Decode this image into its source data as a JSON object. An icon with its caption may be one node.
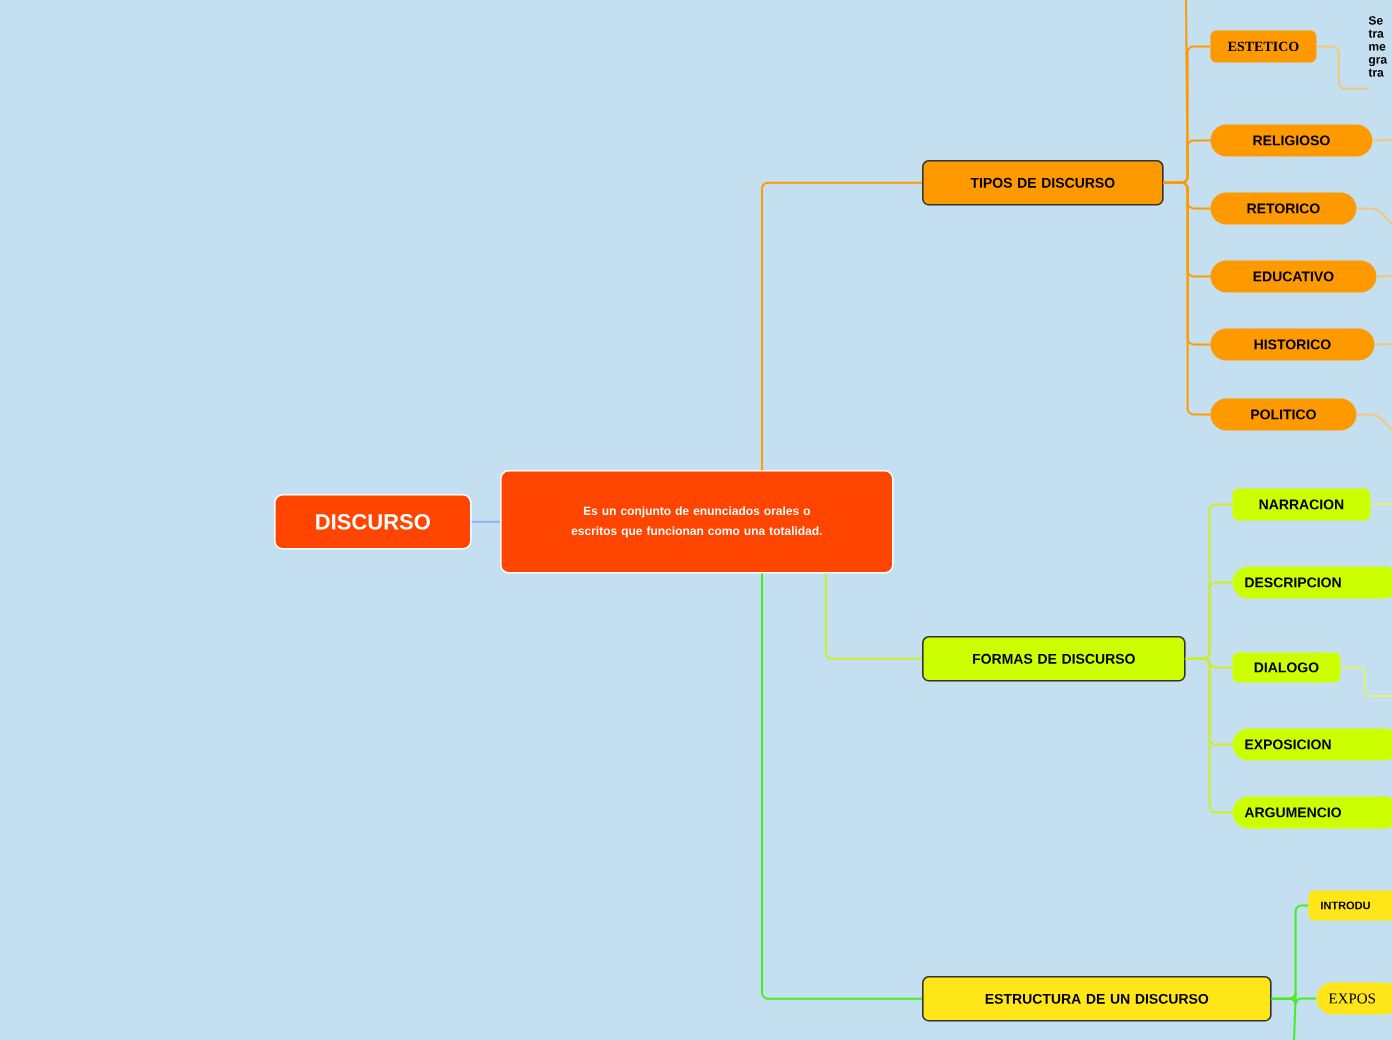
{
  "diagram": {
    "nodes": [
      {
        "text": [
          "DISCURSO"
        ]
      },
      {
        "text": [
          "Es un conjunto de enunciados orales o escritos que funcionan como una totalidad."
        ]
      },
      {
        "text": [
          "TIPOS DE DISCURSO"
        ]
      },
      {
        "text": [
          "ESTETICO"
        ]
      },
      {
        "text": [
          "Se tra me gra tra"
        ]
      },
      {
        "text": [
          "RELIGIOSO"
        ]
      },
      {
        "text": [
          "RETORICO"
        ]
      },
      {
        "text": [
          "EDUCATIVO"
        ]
      },
      {
        "text": [
          "HISTORICO"
        ]
      },
      {
        "text": [
          "POLITICO"
        ]
      },
      {
        "text": [
          "FORMAS DE DISCURSO"
        ]
      },
      {
        "text": [
          "NARRACION"
        ]
      },
      {
        "text": [
          "DESCRIPCION"
        ]
      },
      {
        "text": [
          "DIALOGO"
        ]
      },
      {
        "text": [
          "EXPOSICION"
        ]
      },
      {
        "text": [
          "ARGUMENCIO"
        ]
      },
      {
        "text": [
          "ESTRUCTURA DE UN DISCURSO"
        ]
      },
      {
        "text": [
          "INTRODU"
        ]
      },
      {
        "text": [
          "EXPOS"
        ]
      }
    ],
    "edges": [
      {
        "from": 0,
        "to": 1,
        "arrow": "none",
        "color": "#8ab4f8"
      },
      {
        "from": 1,
        "to": 2,
        "arrow": "none"
      },
      {
        "from": 1,
        "to": 10,
        "arrow": "none",
        "color": "#ccee22"
      },
      {
        "from": 1,
        "to": 16,
        "arrow": "none",
        "color": "#44ee22"
      },
      {
        "from": 2,
        "to": null,
        "arrow": "none"
      },
      {
        "from": 2,
        "to": 3,
        "arrow": "none"
      },
      {
        "from": 2,
        "to": 5,
        "arrow": "none"
      },
      {
        "from": 2,
        "to": 6,
        "arrow": "none"
      },
      {
        "from": 2,
        "to": 7,
        "arrow": "none"
      },
      {
        "from": 2,
        "to": 8,
        "arrow": "none"
      },
      {
        "from": 2,
        "to": 9,
        "arrow": "none"
      },
      {
        "from": 3,
        "to": 4,
        "arrow": "none",
        "color": "#f5c67a"
      },
      {
        "from": 5,
        "to": null,
        "arrow": "none",
        "color": "#f5c67a"
      },
      {
        "from": 6,
        "to": null,
        "arrow": "none",
        "color": "#f5c67a"
      },
      {
        "from": 7,
        "to": null,
        "arrow": "none",
        "color": "#f5c67a"
      },
      {
        "from": 8,
        "to": null,
        "arrow": "none",
        "color": "#f5c67a"
      },
      {
        "from": 9,
        "to": null,
        "arrow": "none",
        "color": "#f5c67a"
      },
      {
        "from": 10,
        "to": 11,
        "arrow": "none",
        "color": "#ccee22"
      },
      {
        "from": 10,
        "to": 12,
        "arrow": "none",
        "color": "#ccee22"
      },
      {
        "from": 10,
        "to": 13,
        "arrow": "none",
        "color": "#ccee22"
      },
      {
        "from": 10,
        "to": 14,
        "arrow": "none",
        "color": "#ccee22"
      },
      {
        "from": 10,
        "to": 15,
        "arrow": "none",
        "color": "#ccee22"
      },
      {
        "from": 11,
        "to": null,
        "arrow": "none",
        "color": "#ddf07a"
      },
      {
        "from": 13,
        "to": null,
        "arrow": "none",
        "color": "#ddf07a"
      },
      {
        "from": 16,
        "to": 17,
        "arrow": "none",
        "color": "#44ee22"
      },
      {
        "from": 16,
        "to": 18,
        "arrow": "none",
        "color": "#44ee22"
      },
      {
        "from": 16,
        "to": null,
        "arrow": "none",
        "color": "#44ee22"
      }
    ]
  }
}
